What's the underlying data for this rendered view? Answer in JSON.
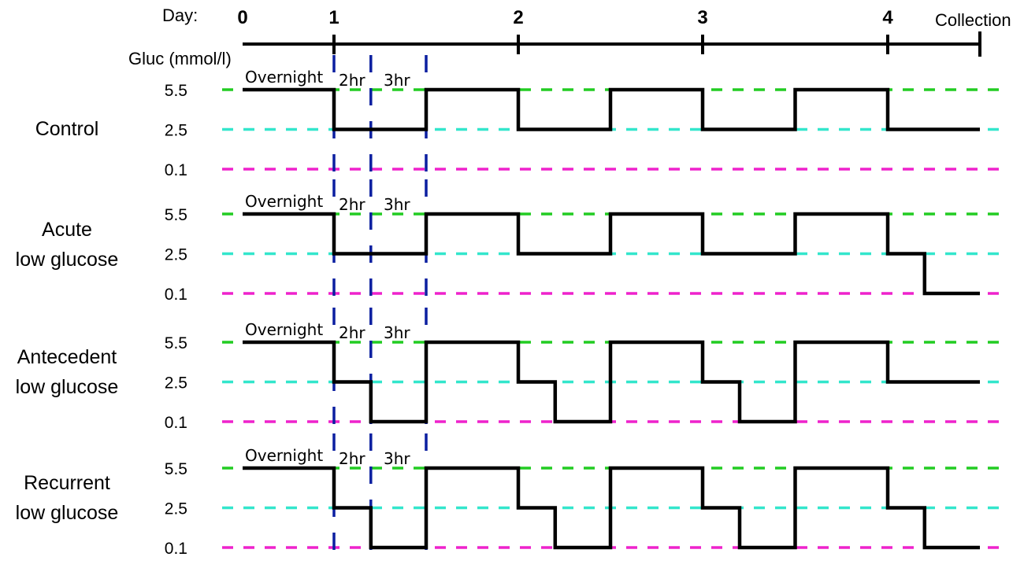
{
  "timeline": {
    "day_label": "Day:",
    "ticks": [
      "0",
      "1",
      "2",
      "3",
      "4"
    ],
    "end_label": "Collection"
  },
  "y_axis_label": "Gluc (mmol/l)",
  "levels": [
    "5.5",
    "2.5",
    "0.1"
  ],
  "segment_labels": [
    "Overnight",
    "2hr",
    "3hr"
  ],
  "colors": {
    "level_5_5": "#22cc22",
    "level_2_5": "#33e6cc",
    "level_0_1": "#ee22cc",
    "divider": "#0b1fa0",
    "trace": "#000000"
  },
  "chart_data": [
    {
      "type": "line",
      "row_label": [
        "Control"
      ],
      "x_units": "day",
      "y_units": "mmol/l",
      "y_levels": [
        5.5,
        2.5,
        0.1
      ],
      "points": [
        [
          0,
          5.5
        ],
        [
          1,
          5.5
        ],
        [
          1,
          2.5
        ],
        [
          1.5,
          2.5
        ],
        [
          1.5,
          5.5
        ],
        [
          2,
          5.5
        ],
        [
          2,
          2.5
        ],
        [
          2.5,
          2.5
        ],
        [
          2.5,
          5.5
        ],
        [
          3,
          5.5
        ],
        [
          3,
          2.5
        ],
        [
          3.5,
          2.5
        ],
        [
          3.5,
          5.5
        ],
        [
          4,
          5.5
        ],
        [
          4,
          2.5
        ],
        [
          4.5,
          2.5
        ]
      ]
    },
    {
      "type": "line",
      "row_label": [
        "Acute",
        "low glucose"
      ],
      "x_units": "day",
      "y_units": "mmol/l",
      "y_levels": [
        5.5,
        2.5,
        0.1
      ],
      "points": [
        [
          0,
          5.5
        ],
        [
          1,
          5.5
        ],
        [
          1,
          2.5
        ],
        [
          1.5,
          2.5
        ],
        [
          1.5,
          5.5
        ],
        [
          2,
          5.5
        ],
        [
          2,
          2.5
        ],
        [
          2.5,
          2.5
        ],
        [
          2.5,
          5.5
        ],
        [
          3,
          5.5
        ],
        [
          3,
          2.5
        ],
        [
          3.5,
          2.5
        ],
        [
          3.5,
          5.5
        ],
        [
          4,
          5.5
        ],
        [
          4,
          2.5
        ],
        [
          4.2,
          2.5
        ],
        [
          4.2,
          0.1
        ],
        [
          4.5,
          0.1
        ]
      ]
    },
    {
      "type": "line",
      "row_label": [
        "Antecedent",
        "low glucose"
      ],
      "x_units": "day",
      "y_units": "mmol/l",
      "y_levels": [
        5.5,
        2.5,
        0.1
      ],
      "points": [
        [
          0,
          5.5
        ],
        [
          1,
          5.5
        ],
        [
          1,
          2.5
        ],
        [
          1.2,
          2.5
        ],
        [
          1.2,
          0.1
        ],
        [
          1.5,
          0.1
        ],
        [
          1.5,
          5.5
        ],
        [
          2,
          5.5
        ],
        [
          2,
          2.5
        ],
        [
          2.2,
          2.5
        ],
        [
          2.2,
          0.1
        ],
        [
          2.5,
          0.1
        ],
        [
          2.5,
          5.5
        ],
        [
          3,
          5.5
        ],
        [
          3,
          2.5
        ],
        [
          3.2,
          2.5
        ],
        [
          3.2,
          0.1
        ],
        [
          3.5,
          0.1
        ],
        [
          3.5,
          5.5
        ],
        [
          4,
          5.5
        ],
        [
          4,
          2.5
        ],
        [
          4.5,
          2.5
        ]
      ]
    },
    {
      "type": "line",
      "row_label": [
        "Recurrent",
        "low glucose"
      ],
      "x_units": "day",
      "y_units": "mmol/l",
      "y_levels": [
        5.5,
        2.5,
        0.1
      ],
      "points": [
        [
          0,
          5.5
        ],
        [
          1,
          5.5
        ],
        [
          1,
          2.5
        ],
        [
          1.2,
          2.5
        ],
        [
          1.2,
          0.1
        ],
        [
          1.5,
          0.1
        ],
        [
          1.5,
          5.5
        ],
        [
          2,
          5.5
        ],
        [
          2,
          2.5
        ],
        [
          2.2,
          2.5
        ],
        [
          2.2,
          0.1
        ],
        [
          2.5,
          0.1
        ],
        [
          2.5,
          5.5
        ],
        [
          3,
          5.5
        ],
        [
          3,
          2.5
        ],
        [
          3.2,
          2.5
        ],
        [
          3.2,
          0.1
        ],
        [
          3.5,
          0.1
        ],
        [
          3.5,
          5.5
        ],
        [
          4,
          5.5
        ],
        [
          4,
          2.5
        ],
        [
          4.2,
          2.5
        ],
        [
          4.2,
          0.1
        ],
        [
          4.5,
          0.1
        ]
      ]
    }
  ]
}
